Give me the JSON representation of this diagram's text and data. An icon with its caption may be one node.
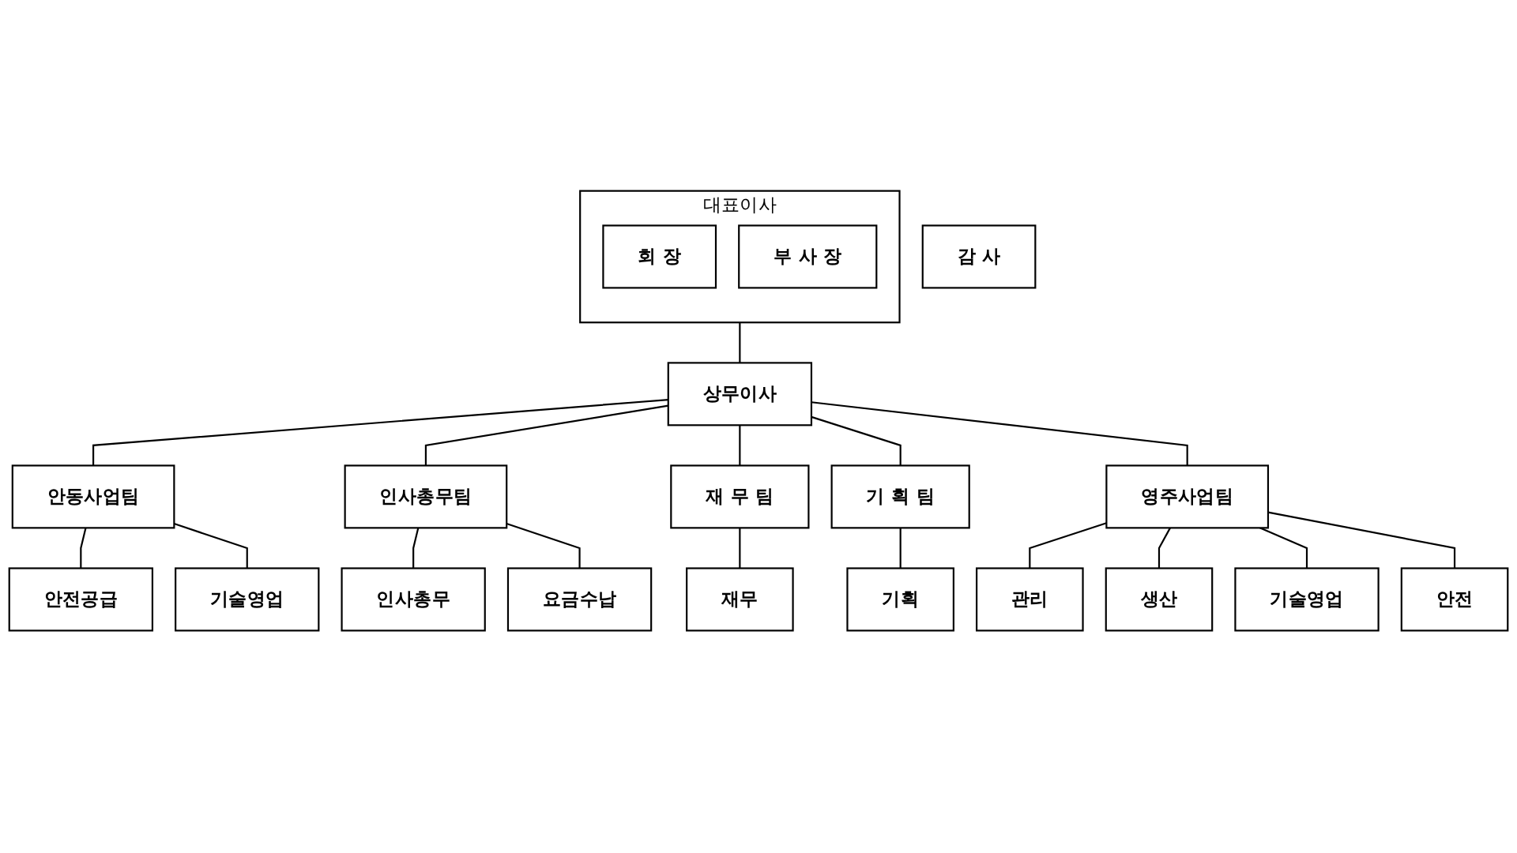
{
  "diagram": {
    "nodes": [
      {
        "text": [
          "대표이사"
        ]
      },
      {
        "text": [
          "회 장"
        ],
        "in": 0
      },
      {
        "text": [
          "부 사 장"
        ],
        "in": 0
      },
      {
        "text": [
          "감 사"
        ]
      },
      {
        "text": [
          "상무이사"
        ]
      },
      {
        "text": [
          "안동사업팀"
        ]
      },
      {
        "text": [
          "인사총무팀"
        ]
      },
      {
        "text": [
          "재 무 팀"
        ]
      },
      {
        "text": [
          "기 획 팀"
        ]
      },
      {
        "text": [
          "영주사업팀"
        ]
      },
      {
        "text": [
          "안전공급"
        ]
      },
      {
        "text": [
          "기술영업"
        ]
      },
      {
        "text": [
          "인사총무"
        ]
      },
      {
        "text": [
          "요금수납"
        ]
      },
      {
        "text": [
          "재무"
        ]
      },
      {
        "text": [
          "기획"
        ]
      },
      {
        "text": [
          "관리"
        ]
      },
      {
        "text": [
          "생산"
        ]
      },
      {
        "text": [
          "기술영업"
        ]
      },
      {
        "text": [
          "안전"
        ]
      }
    ],
    "edges": [
      {
        "from": 0,
        "to": 4,
        "arrow": "none"
      },
      {
        "from": 4,
        "to": 5,
        "arrow": "none"
      },
      {
        "from": 4,
        "to": 6,
        "arrow": "none"
      },
      {
        "from": 4,
        "to": 7,
        "arrow": "none"
      },
      {
        "from": 4,
        "to": 8,
        "arrow": "none"
      },
      {
        "from": 4,
        "to": 9,
        "arrow": "none"
      },
      {
        "from": 5,
        "to": 10,
        "arrow": "none"
      },
      {
        "from": 5,
        "to": 11,
        "arrow": "none"
      },
      {
        "from": 6,
        "to": 12,
        "arrow": "none"
      },
      {
        "from": 6,
        "to": 13,
        "arrow": "none"
      },
      {
        "from": 7,
        "to": 14,
        "arrow": "none"
      },
      {
        "from": 8,
        "to": 15,
        "arrow": "none"
      },
      {
        "from": 9,
        "to": 16,
        "arrow": "none"
      },
      {
        "from": 9,
        "to": 17,
        "arrow": "none"
      },
      {
        "from": 9,
        "to": 18,
        "arrow": "none"
      },
      {
        "from": 9,
        "to": 19,
        "arrow": "none"
      }
    ]
  }
}
